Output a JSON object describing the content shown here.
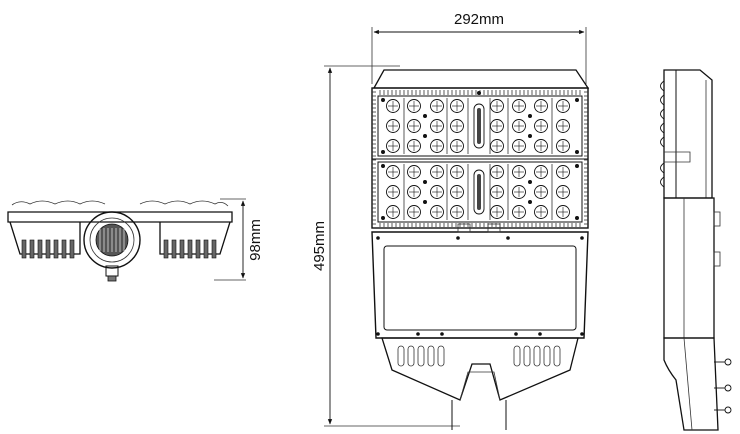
{
  "dimensions": {
    "width_label": "292mm",
    "length_label": "495mm",
    "height_label": "98mm"
  },
  "views": [
    "end-view",
    "front-view",
    "side-view"
  ],
  "colors": {
    "line": "#111111",
    "background": "#ffffff"
  }
}
